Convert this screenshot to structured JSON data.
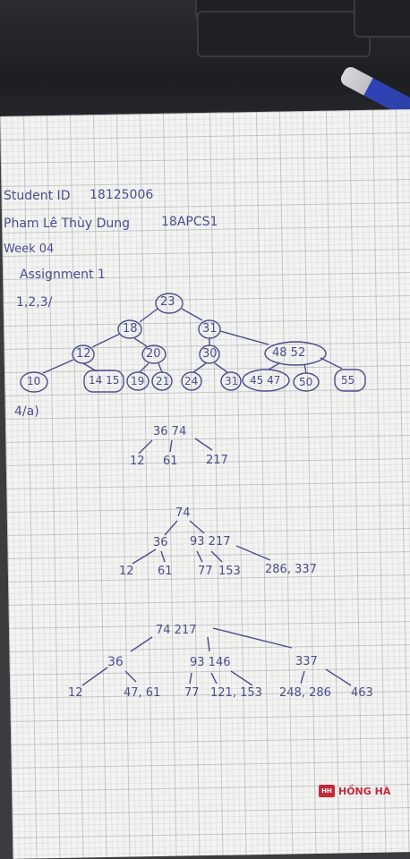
{
  "header": {
    "student_id_label": "Student ID",
    "student_id": "18125006",
    "name": "Pham Lê Thùy Dung",
    "class": "18APCS1",
    "week": "Week 04",
    "assignment": "Assignment 1",
    "part_label": "1,2,3/"
  },
  "tree1": {
    "root": "23",
    "level2": [
      "18",
      "31"
    ],
    "level3": [
      "12",
      "20",
      "30",
      "48 52"
    ],
    "leaves": [
      "10",
      "14 15",
      "19",
      "21",
      "24",
      "31",
      "45 47",
      "50",
      "55"
    ]
  },
  "part4": {
    "label": "4/a)"
  },
  "tree2": {
    "root": "36 74",
    "children": [
      "12",
      "61",
      "217"
    ]
  },
  "tree3": {
    "root": "74",
    "level2": [
      "36",
      "93 217"
    ],
    "leaves": [
      "12",
      "61",
      "77",
      "153",
      "286, 337"
    ]
  },
  "tree4": {
    "root": "74 217",
    "level2": [
      "36",
      "93 146",
      "337"
    ],
    "leaves": [
      "12",
      "47, 61",
      "77",
      "121, 153",
      "248, 286",
      "463"
    ]
  },
  "brand": {
    "badge": "HH",
    "name": "HỒNG HÀ"
  },
  "colors": {
    "ink": "#4a4e8c",
    "paper": "#f3f3f1",
    "brand": "#c4283a"
  }
}
